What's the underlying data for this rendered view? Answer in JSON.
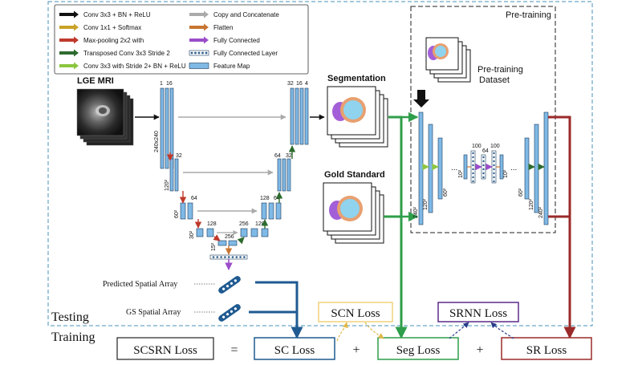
{
  "legend": {
    "items": [
      {
        "label": "Conv 3x3 + BN + ReLU",
        "color": "#111111",
        "kind": "arrow"
      },
      {
        "label": "Conv 1x1 + Softmax",
        "color": "#c9a227",
        "kind": "arrow"
      },
      {
        "label": "Max-pooling 2x2 with",
        "color": "#c0392b",
        "kind": "arrow"
      },
      {
        "label": "Transposed Conv 3x3 Stride 2",
        "color": "#2e6b2e",
        "kind": "arrow"
      },
      {
        "label": "Conv 3x3 with Stride 2+ BN + ReLU",
        "color": "#8cc63f",
        "kind": "arrow"
      },
      {
        "label": "Copy and Concatenate",
        "color": "#aaaaaa",
        "kind": "arrow"
      },
      {
        "label": "Flatten",
        "color": "#c87533",
        "kind": "arrow"
      },
      {
        "label": "Fully Connected",
        "color": "#9b4dca",
        "kind": "arrow"
      },
      {
        "label": "Fully Connected Layer",
        "color": "#6fa8dc",
        "kind": "dots"
      },
      {
        "label": "Feature Map",
        "color": "#7fb9e6",
        "kind": "rect"
      }
    ]
  },
  "labels": {
    "lge_mri": "LGE MRI",
    "segmentation": "Segmentation",
    "gold_standard": "Gold Standard",
    "pretraining": "Pre-training",
    "pretraining_dataset_1": "Pre-training",
    "pretraining_dataset_2": "Dataset",
    "predicted_spatial_array": "Predicted Spatial Array",
    "gs_spatial_array": "GS Spatial Array",
    "testing": "Testing",
    "training": "Training"
  },
  "unet": {
    "ch_1": "1",
    "ch_16": "16",
    "ch_32": "32",
    "ch_64": "64",
    "ch_128": "128",
    "ch_256": "256",
    "res_240": "240x240",
    "res_120": "120²",
    "res_60": "60²",
    "res_30": "30²",
    "res_15": "15²",
    "out_32": "32",
    "out_16": "16",
    "out_4": "4"
  },
  "pretrain_net": {
    "c100a": "100",
    "c64": "64",
    "c100b": "100",
    "dots": "...",
    "r240a": "240²",
    "r120a": "120²",
    "r60a": "60²",
    "r10a": "10²",
    "r10b": "10²",
    "r60b": "60²",
    "r120b": "120²",
    "r240b": "240²"
  },
  "loss": {
    "scsrn": "SCSRN Loss",
    "equals": "=",
    "sc": "SC Loss",
    "plus1": "+",
    "seg": "Seg Loss",
    "plus2": "+",
    "sr": "SR Loss",
    "scn": "SCN Loss",
    "srnn": "SRNN Loss"
  },
  "colors": {
    "feature_map": "#7fb9e6",
    "sc_blue": "#1f5a91",
    "seg_green": "#2e9e4a",
    "sr_red": "#9b2a2a",
    "scn_yellow": "#f0d27a",
    "srnn_purple": "#5b2c8a",
    "pad_blue": "#3a7fc1",
    "lv_blue": "#8fd3ee",
    "myo_orange": "#e8a070",
    "scar_purple": "#a35fd8",
    "dashed_border": "#4a90b8"
  }
}
